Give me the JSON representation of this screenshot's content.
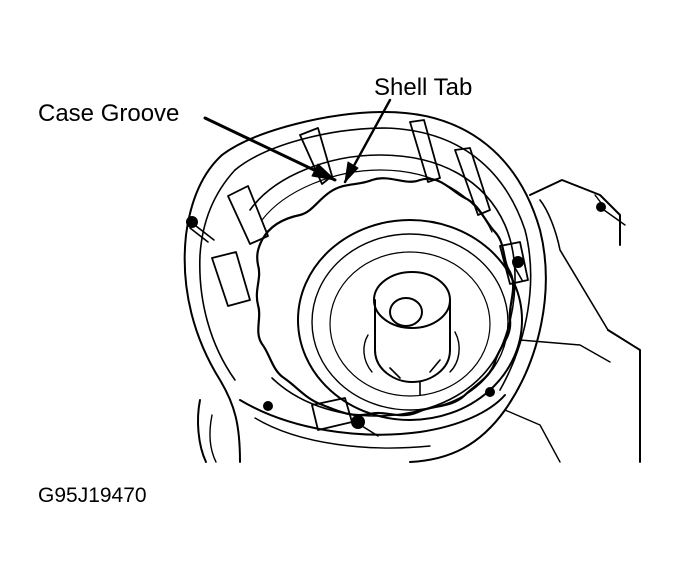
{
  "callouts": {
    "case_groove": "Case Groove",
    "shell_tab": "Shell Tab"
  },
  "figure_id": "G95J19470",
  "colors": {
    "ink": "#000000",
    "paper": "#ffffff"
  }
}
